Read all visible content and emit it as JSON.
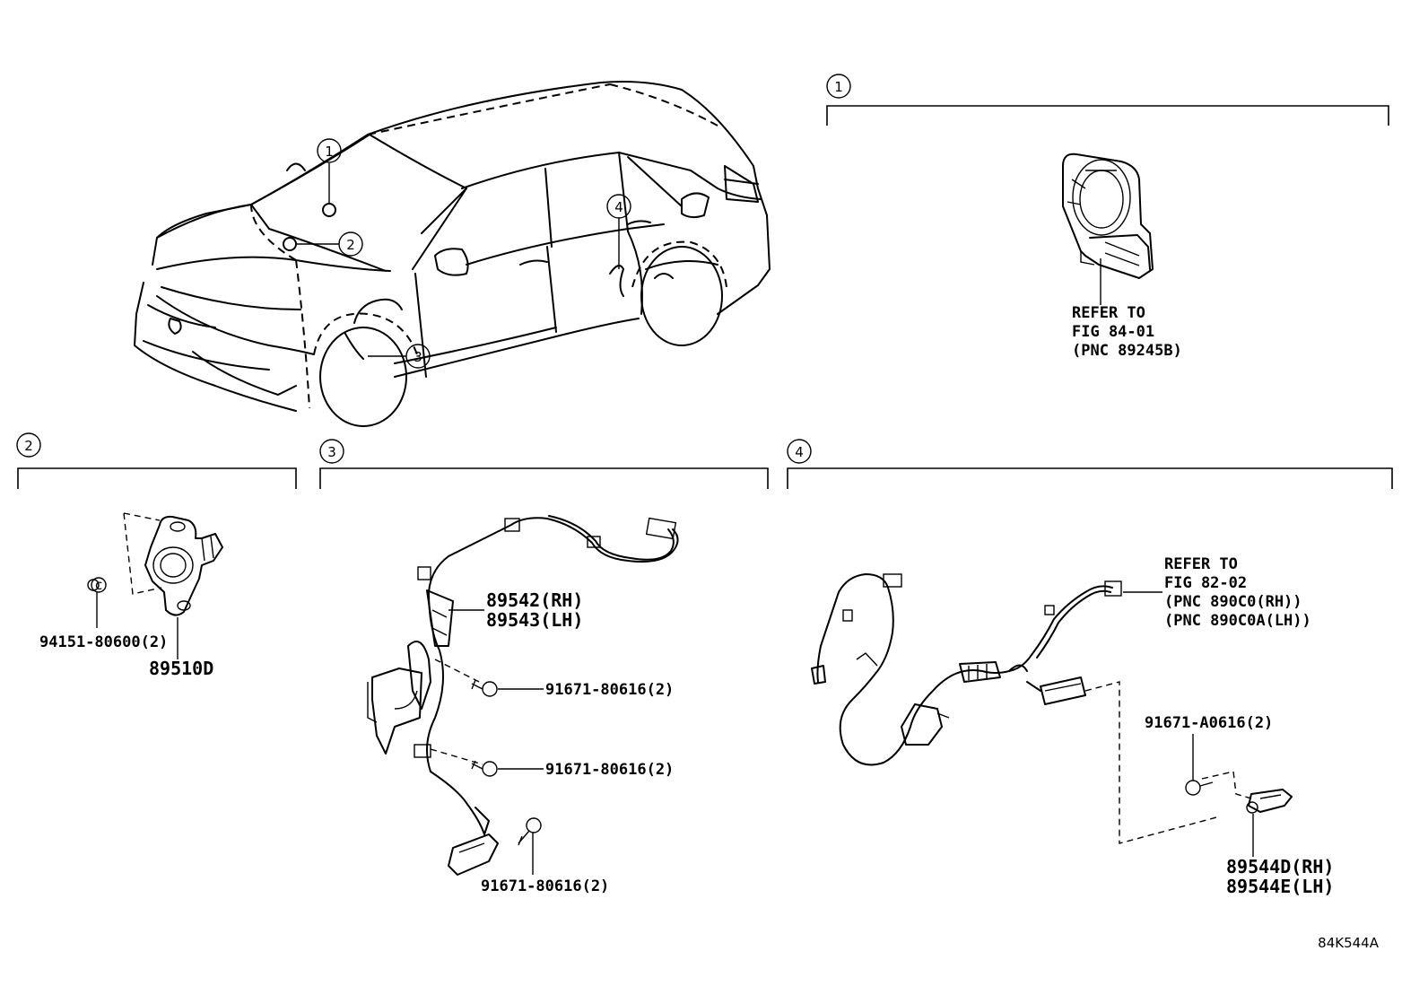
{
  "sections": [
    {
      "id": "1",
      "marker": "①",
      "labels": {
        "refer": [
          "REFER TO",
          "FIG 84-01",
          "(PNC 89245B)"
        ]
      }
    },
    {
      "id": "2",
      "marker": "②",
      "labels": {
        "bolt": "94151-80600(2)",
        "part": "89510D"
      }
    },
    {
      "id": "3",
      "marker": "③",
      "labels": {
        "part_rh": "89542(RH)",
        "part_lh": "89543(LH)",
        "bolt_a": "91671-80616(2)",
        "bolt_b": "91671-80616(2)",
        "bolt_c": "91671-80616(2)"
      }
    },
    {
      "id": "4",
      "marker": "④",
      "labels": {
        "refer": [
          "REFER TO",
          "FIG 82-02",
          "(PNC 890C0(RH))",
          "(PNC 890C0A(LH))"
        ],
        "bolt": "91671-A0616(2)",
        "part_rh": "89544D(RH)",
        "part_lh": "89544E(LH)"
      }
    }
  ],
  "car_callouts": [
    "①",
    "②",
    "③",
    "④"
  ],
  "figure_code": "84K544A"
}
